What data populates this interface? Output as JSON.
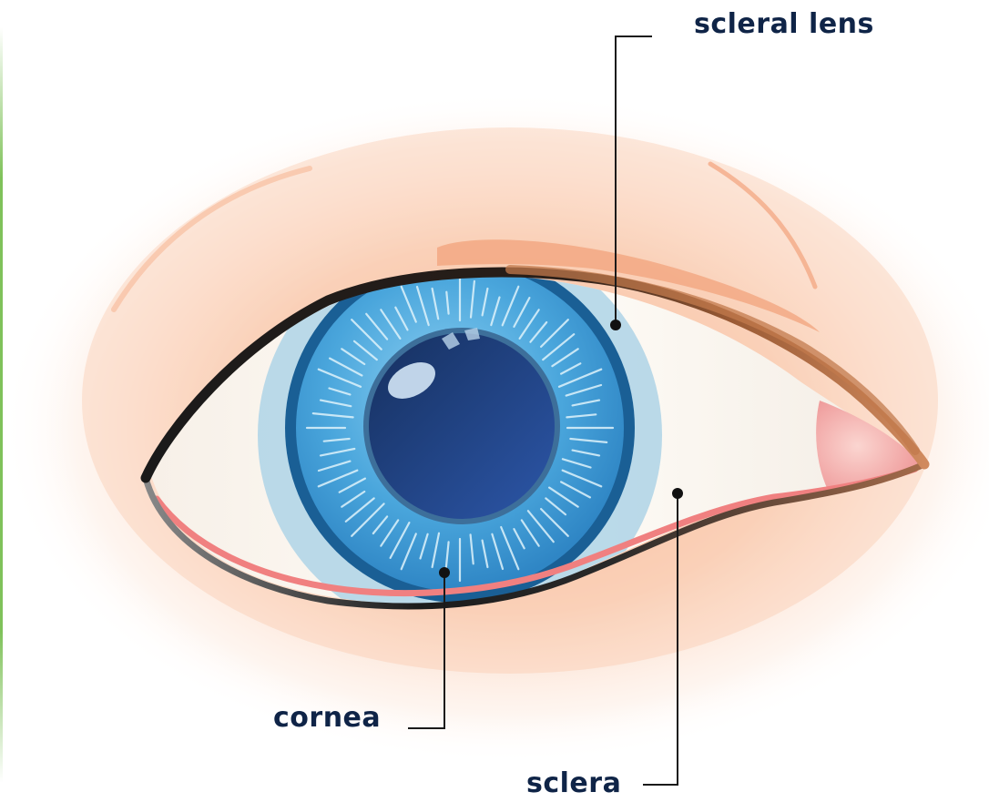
{
  "labels": {
    "scleral_lens": "scleral lens",
    "cornea": "cornea",
    "sclera": "sclera"
  },
  "colors": {
    "skin_glow": "#f8c7a8",
    "eyelid_crease": "#f4a57c",
    "lid_outline": "#1b1b1b",
    "lid_brown": "#b86a3c",
    "sclera": "#fffbf5",
    "lower_lid_pink": "#f08080",
    "caruncle": "#f3a7a7",
    "scleral_lens": "#aed4e6",
    "limbal_ring": "#1a5f95",
    "iris": "#4fa8dc",
    "pupil": "#1c3a78",
    "leader_line": "#1a1a1a",
    "label_text": "#0f2447",
    "edge_strip": "#7fc25a"
  }
}
